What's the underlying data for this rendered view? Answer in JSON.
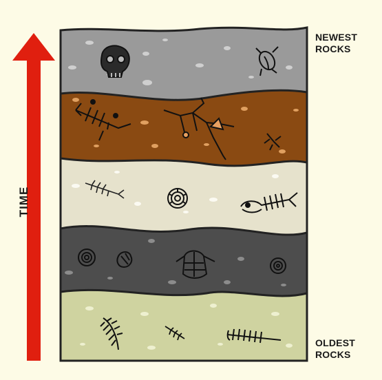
{
  "labels": {
    "top": "NEWEST\nROCKS",
    "bottom": "OLDEST\nROCKS",
    "axis": "TIME"
  },
  "colors": {
    "background": "#fdfbe6",
    "arrow": "#e01f0f",
    "layer_newest": "#9a9a9a",
    "layer_2": "#8a4a12",
    "layer_3": "#e6e2cc",
    "layer_4": "#4d4d4d",
    "layer_oldest": "#cfd3a0"
  },
  "layers": [
    {
      "name": "newest-layer",
      "fossils": [
        "skull-icon",
        "small-creature-icon"
      ]
    },
    {
      "name": "second-layer",
      "fossils": [
        "fish-skeleton-icon",
        "reptile-skeleton-icon",
        "small-lizard-icon"
      ]
    },
    {
      "name": "third-layer",
      "fossils": [
        "fish-skeleton-icon",
        "ammonite-icon",
        "fish-skeleton-icon"
      ]
    },
    {
      "name": "fourth-layer",
      "fossils": [
        "ammonite-icon",
        "shell-icon",
        "trilobite-icon",
        "ammonite-icon"
      ]
    },
    {
      "name": "oldest-layer",
      "fossils": [
        "fern-icon",
        "fern-icon",
        "fish-skeleton-icon"
      ]
    }
  ]
}
